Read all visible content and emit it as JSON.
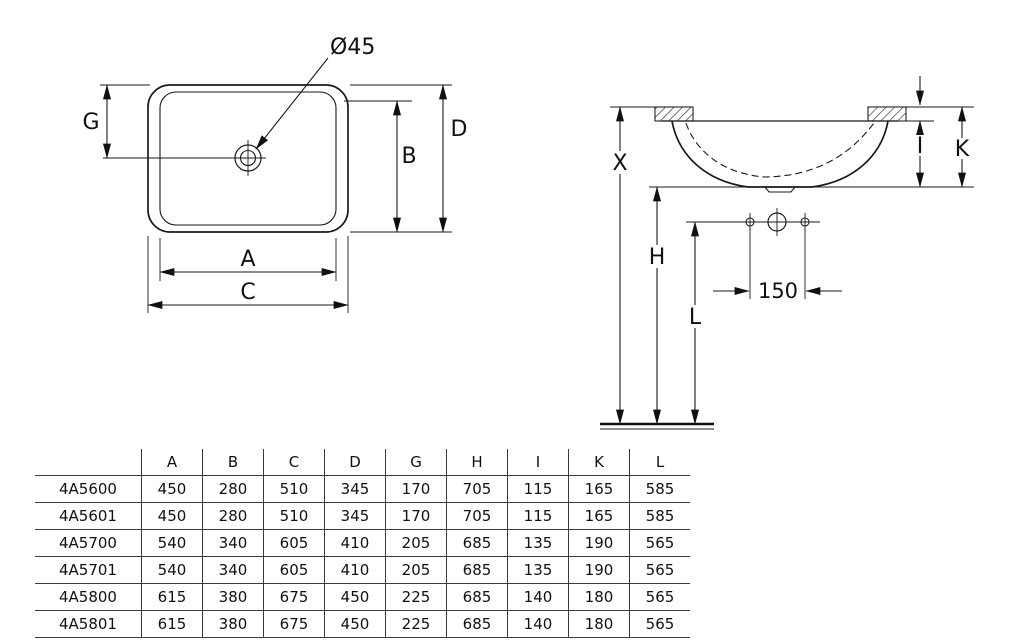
{
  "diagram": {
    "labels": {
      "A": "A",
      "B": "B",
      "C": "C",
      "D": "D",
      "G": "G",
      "X": "X",
      "H": "H",
      "I": "I",
      "K": "K",
      "L": "L",
      "drain": "Ø45",
      "spacing": "150"
    }
  },
  "table": {
    "headers": [
      "",
      "A",
      "B",
      "C",
      "D",
      "G",
      "H",
      "I",
      "K",
      "L"
    ],
    "rows": [
      [
        "4A5600",
        "450",
        "280",
        "510",
        "345",
        "170",
        "705",
        "115",
        "165",
        "585"
      ],
      [
        "4A5601",
        "450",
        "280",
        "510",
        "345",
        "170",
        "705",
        "115",
        "165",
        "585"
      ],
      [
        "4A5700",
        "540",
        "340",
        "605",
        "410",
        "205",
        "685",
        "135",
        "190",
        "565"
      ],
      [
        "4A5701",
        "540",
        "340",
        "605",
        "410",
        "205",
        "685",
        "135",
        "190",
        "565"
      ],
      [
        "4A5800",
        "615",
        "380",
        "675",
        "450",
        "225",
        "685",
        "140",
        "180",
        "565"
      ],
      [
        "4A5801",
        "615",
        "380",
        "675",
        "450",
        "225",
        "685",
        "140",
        "180",
        "565"
      ]
    ]
  }
}
